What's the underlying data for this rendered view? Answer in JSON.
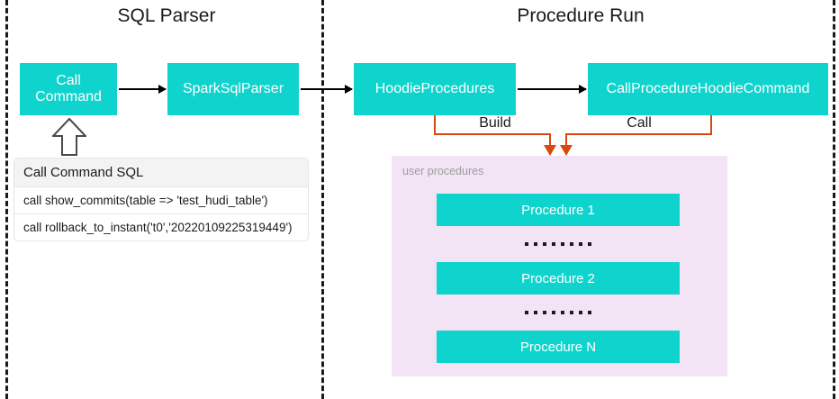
{
  "diagram": {
    "sections": [
      {
        "id": "sql-parser",
        "title": "SQL Parser"
      },
      {
        "id": "procedure-run",
        "title": "Procedure Run"
      }
    ],
    "boxes": {
      "call_command": "Call\nCommand",
      "call_command_line1": "Call",
      "call_command_line2": "Command",
      "spark_sql_parser": "SparkSqlParser",
      "hoodie_procedures": "HoodieProcedures",
      "call_procedure_hoodie_command": "CallProcedureHoodieCommand"
    },
    "sql_table": {
      "header": "Call Command SQL",
      "rows": [
        "call show_commits(table => 'test_hudi_table')",
        "call rollback_to_instant('t0','20220109225319449')"
      ]
    },
    "connector_labels": {
      "build": "Build",
      "call": "Call"
    },
    "user_procedures": {
      "label": "user procedures",
      "items": [
        "Procedure 1",
        "Procedure 2",
        "Procedure N"
      ],
      "ellipsis_dot_count": 8
    },
    "colors": {
      "teal": "#0FD4CE",
      "pink_panel": "#F2E3F5",
      "orange_connector": "#D9480F",
      "arrow_black": "#000000",
      "divider_dash": "#1A1A1A",
      "table_header_bg": "#F3F3F3",
      "muted_label": "#9E9E9E"
    }
  }
}
